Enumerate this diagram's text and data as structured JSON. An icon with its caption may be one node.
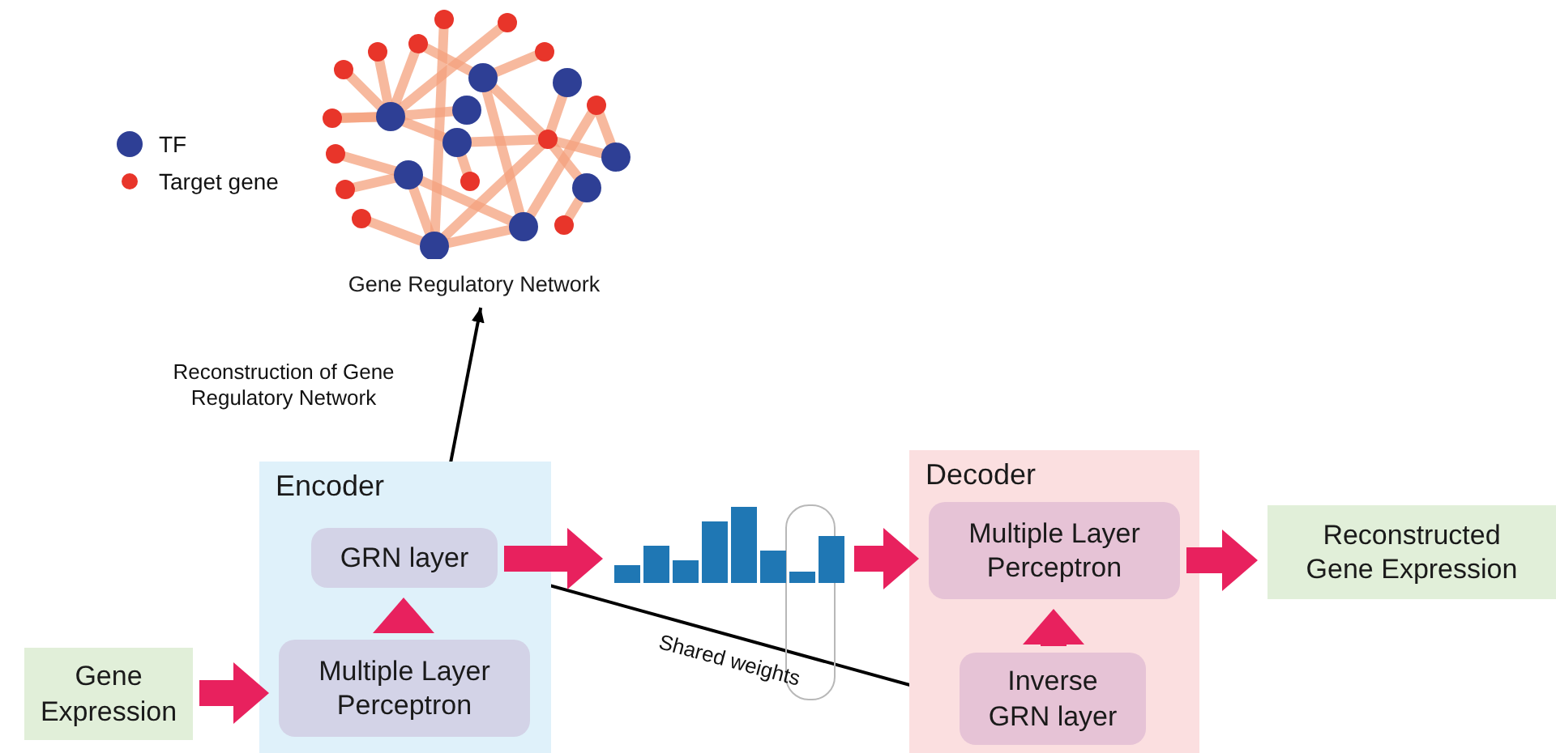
{
  "diagram": {
    "nodes": [
      {
        "text": [
          "Gene Regulatory Network"
        ]
      },
      {
        "text": [
          "Encoder"
        ]
      },
      {
        "text": [
          "GRN layer"
        ],
        "in": 1
      },
      {
        "text": [
          "Multiple Layer Perceptron"
        ],
        "in": 1
      },
      {
        "text": [
          "Gene Expression"
        ]
      },
      {
        "text": [],
        "shape": "bar"
      },
      {
        "text": [
          "Decoder"
        ]
      },
      {
        "text": [
          "Multiple Layer Perceptron"
        ],
        "in": 6
      },
      {
        "text": [
          "Inverse GRN layer"
        ],
        "in": 6
      },
      {
        "text": [
          "Reconstructed Gene Expression"
        ]
      }
    ],
    "edges": [
      {
        "from": 4,
        "to": 3,
        "arrow": "to"
      },
      {
        "from": 3,
        "to": 2,
        "arrow": "to"
      },
      {
        "from": 2,
        "to": 5,
        "arrow": "to"
      },
      {
        "from": 5,
        "to": 7,
        "arrow": "to"
      },
      {
        "from": 8,
        "to": 7,
        "arrow": "to"
      },
      {
        "from": 7,
        "to": 9,
        "arrow": "to"
      },
      {
        "from": 2,
        "to": 0,
        "arrow": "to",
        "label": "Reconstruction of Gene Regulatory Network",
        "color": "#000000"
      },
      {
        "from": 2,
        "to": 8,
        "arrow": "none",
        "label": "Shared weights",
        "color": "#000000"
      }
    ],
    "legend": [
      {
        "text": "TF",
        "color": "#2e3f95"
      },
      {
        "text": "Target gene",
        "color": "#e8352a"
      }
    ]
  }
}
